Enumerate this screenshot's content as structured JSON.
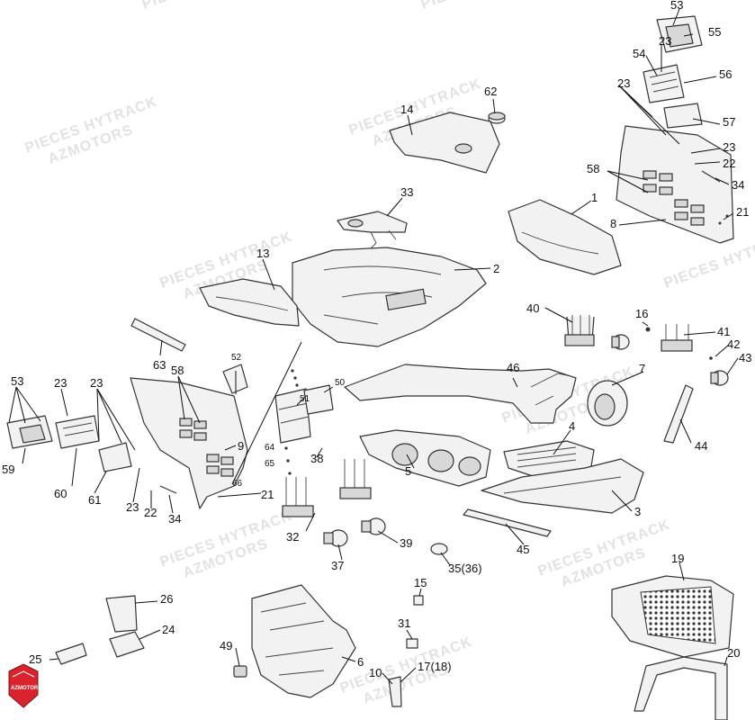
{
  "watermark": {
    "line1": "PIECES HYTRACK",
    "line2": "AZMOTORS"
  },
  "logo": {
    "text": "AZMOTORS",
    "color": "#d9232d"
  },
  "colors": {
    "line": "#333333",
    "part_fill": "#f2f2f2",
    "shade": "#d8d8d8"
  },
  "labels": [
    {
      "id": "53a",
      "text": "53"
    },
    {
      "id": "55",
      "text": "55"
    },
    {
      "id": "23a",
      "text": "23"
    },
    {
      "id": "54",
      "text": "54"
    },
    {
      "id": "56",
      "text": "56"
    },
    {
      "id": "23b",
      "text": "23"
    },
    {
      "id": "57",
      "text": "57"
    },
    {
      "id": "23c",
      "text": "23"
    },
    {
      "id": "22a",
      "text": "22"
    },
    {
      "id": "58a",
      "text": "58"
    },
    {
      "id": "34a",
      "text": "34"
    },
    {
      "id": "8",
      "text": "8"
    },
    {
      "id": "21a",
      "text": "21"
    },
    {
      "id": "62",
      "text": "62"
    },
    {
      "id": "14",
      "text": "14"
    },
    {
      "id": "33",
      "text": "33"
    },
    {
      "id": "1",
      "text": "1"
    },
    {
      "id": "13",
      "text": "13"
    },
    {
      "id": "2",
      "text": "2"
    },
    {
      "id": "40",
      "text": "40"
    },
    {
      "id": "16",
      "text": "16"
    },
    {
      "id": "41",
      "text": "41"
    },
    {
      "id": "42",
      "text": "42"
    },
    {
      "id": "43",
      "text": "43"
    },
    {
      "id": "63",
      "text": "63"
    },
    {
      "id": "52",
      "text": "52"
    },
    {
      "id": "53b",
      "text": "53"
    },
    {
      "id": "23d",
      "text": "23"
    },
    {
      "id": "23e",
      "text": "23"
    },
    {
      "id": "58b",
      "text": "58"
    },
    {
      "id": "51",
      "text": "51"
    },
    {
      "id": "50",
      "text": "50"
    },
    {
      "id": "46",
      "text": "46"
    },
    {
      "id": "7",
      "text": "7"
    },
    {
      "id": "44",
      "text": "44"
    },
    {
      "id": "9",
      "text": "9"
    },
    {
      "id": "4",
      "text": "4"
    },
    {
      "id": "64",
      "text": "64"
    },
    {
      "id": "38",
      "text": "38"
    },
    {
      "id": "65",
      "text": "65"
    },
    {
      "id": "5",
      "text": "5"
    },
    {
      "id": "59",
      "text": "59"
    },
    {
      "id": "60",
      "text": "60"
    },
    {
      "id": "61",
      "text": "61"
    },
    {
      "id": "23f",
      "text": "23"
    },
    {
      "id": "66",
      "text": "66"
    },
    {
      "id": "21b",
      "text": "21"
    },
    {
      "id": "22b",
      "text": "22"
    },
    {
      "id": "34b",
      "text": "34"
    },
    {
      "id": "3",
      "text": "3"
    },
    {
      "id": "32",
      "text": "32"
    },
    {
      "id": "39",
      "text": "39"
    },
    {
      "id": "45",
      "text": "45"
    },
    {
      "id": "37",
      "text": "37"
    },
    {
      "id": "3536",
      "text": "35(36)"
    },
    {
      "id": "19",
      "text": "19"
    },
    {
      "id": "15",
      "text": "15"
    },
    {
      "id": "26",
      "text": "26"
    },
    {
      "id": "24",
      "text": "24"
    },
    {
      "id": "31",
      "text": "31"
    },
    {
      "id": "25",
      "text": "25"
    },
    {
      "id": "49",
      "text": "49"
    },
    {
      "id": "6",
      "text": "6"
    },
    {
      "id": "20",
      "text": "20"
    },
    {
      "id": "10",
      "text": "10"
    },
    {
      "id": "1718",
      "text": "17(18)"
    }
  ]
}
